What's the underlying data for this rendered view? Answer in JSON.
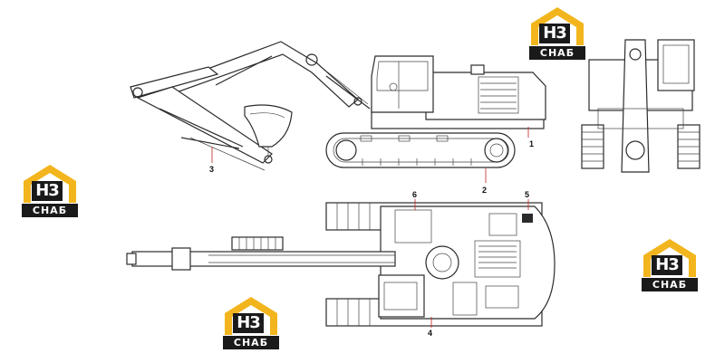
{
  "callouts": {
    "c1": "1",
    "c2": "2",
    "c3": "3",
    "c4": "4",
    "c5": "5",
    "c6": "6"
  },
  "logo": {
    "monogram": "H3",
    "wordmark": "СНАБ",
    "colors": {
      "roof": "#f2b51d",
      "text_bg": "#1a1a1a",
      "text": "#ffffff"
    }
  },
  "colors": {
    "line": "#2b2b2b",
    "leader": "#c02020",
    "background": "#ffffff"
  }
}
